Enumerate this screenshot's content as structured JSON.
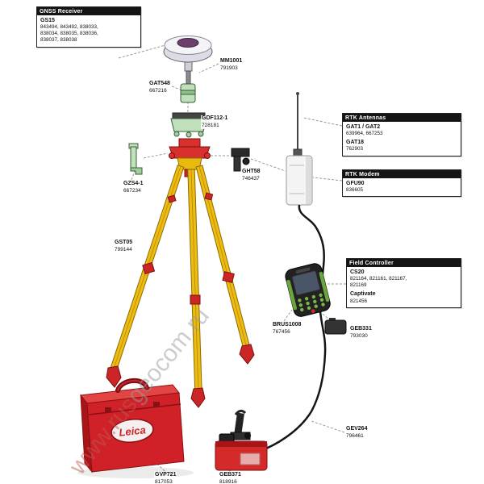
{
  "watermark": {
    "part1": "www.rus",
    "part2": "geocom.ru"
  },
  "case": {
    "logo": "Leica"
  },
  "boxes": {
    "gnss": {
      "header": "GNSS Receiver",
      "model": "GS15",
      "line1": "843494, 843492, 838033,",
      "line2": "838034, 838035, 838036,",
      "line3": "838037, 838038"
    },
    "rtk_antennas": {
      "header": "RTK Antennas",
      "model1": "GAT1 / GAT2",
      "numbers1": "639964, 667253",
      "model2": "GAT18",
      "numbers2": "762903"
    },
    "rtk_modem": {
      "header": "RTK Modem",
      "model": "GFU90",
      "numbers": "836605"
    },
    "field_controller": {
      "header": "Field Controller",
      "model1": "CS20",
      "numbers1a": "821164, 821161, 821167,",
      "numbers1b": "821169",
      "model2": "Captivate",
      "numbers2": "821456"
    }
  },
  "parts": {
    "mm1001": {
      "name": "MM1001",
      "number": "791903"
    },
    "gat548": {
      "name": "GAT548",
      "number": "667216"
    },
    "gdf112": {
      "name": "GDF112-1",
      "number": "728181"
    },
    "gzs4": {
      "name": "GZS4-1",
      "number": "667234"
    },
    "gst05": {
      "name": "GST05",
      "number": "799144"
    },
    "ght58": {
      "name": "GHT58",
      "number": "746437"
    },
    "brus1008": {
      "name": "BRUS1008",
      "number": "767456"
    },
    "geb331": {
      "name": "GEB331",
      "number": "793030"
    },
    "gvp721": {
      "name": "GVP721",
      "number": "817053"
    },
    "geb371": {
      "name": "GEB371",
      "number": "818916"
    },
    "gev264": {
      "name": "GEV264",
      "number": "796461"
    }
  },
  "colors": {
    "tripod_yellow": "#eebb12",
    "leica_red": "#cf2127",
    "part_green": "#bfe0ba",
    "label_header_bg": "#141414"
  }
}
